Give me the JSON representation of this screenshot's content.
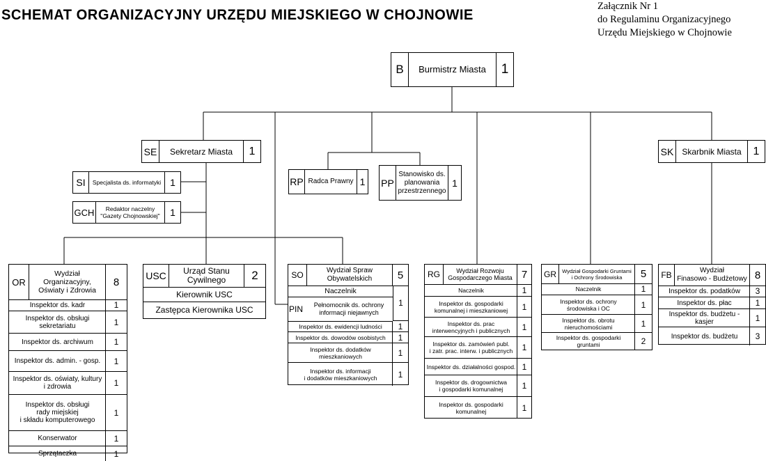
{
  "title": "SCHEMAT ORGANIZACYJNY URZĘDU MIEJSKIEGO W CHOJNOWIE",
  "attachment": [
    "Załącznik Nr 1",
    "do Regulaminu Organizacyjnego",
    "Urzędu Miejskiego w Chojnowie"
  ],
  "burmistrz": {
    "code": "B",
    "name": "Burmistrz Miasta",
    "count": "1"
  },
  "sekretarz": {
    "code": "SE",
    "name": "Sekretarz Miasta",
    "count": "1"
  },
  "skarbnik": {
    "code": "SK",
    "name": "Skarbnik Miasta",
    "count": "1"
  },
  "si": {
    "code": "SI",
    "name": "Specjalista ds. informatyki",
    "count": "1"
  },
  "gch": {
    "code": "GCH",
    "name": "Redaktor naczelny\n\"Gazety Chojnowskiej\"",
    "count": "1"
  },
  "rp": {
    "code": "RP",
    "name": "Radca Prawny",
    "count": "1"
  },
  "pp": {
    "code": "PP",
    "name": "Stanowisko ds.\nplanowania\nprzestrzennego",
    "count": "1"
  },
  "or": {
    "code": "OR",
    "name": "Wydział\nOrganizacyjny,\nOświaty i Zdrowia",
    "count": "8",
    "rows": [
      {
        "name": "Inspektor ds. kadr",
        "count": "1"
      },
      {
        "name": "Inspektor ds. obsługi\nsekretariatu",
        "count": "1"
      },
      {
        "name": "Inspektor ds. archiwum",
        "count": "1"
      },
      {
        "name": "Inspektor ds. admin. - gosp.",
        "count": "1"
      },
      {
        "name": "Inspektor ds. oświaty, kultury\ni zdrowia",
        "count": "1"
      },
      {
        "name": "Inspektor ds. obsługi\nrady miejskiej\ni składu komputerowego",
        "count": "1"
      },
      {
        "name": "Konserwator",
        "count": "1"
      },
      {
        "name": "Sprzątaczka",
        "count": "1"
      }
    ]
  },
  "usc": {
    "code": "USC",
    "name": "Urząd Stanu\nCywilnego",
    "count": "2",
    "rows": [
      {
        "name": "Kierownik USC"
      },
      {
        "name": "Zastępca Kierownika USC"
      }
    ]
  },
  "so": {
    "code": "SO",
    "name": "Wydział Spraw\nObywatelskich",
    "count": "5",
    "naczelnik": "Naczelnik",
    "pin": {
      "code": "PIN",
      "name": "Pełnomocnik ds. ochrony\ninformacji niejawnych"
    },
    "group_count": "1",
    "rows": [
      {
        "name": "Inspektor ds. ewidencji ludności",
        "count": "1"
      },
      {
        "name": "Inspektor ds. dowodów osobistych",
        "count": "1"
      },
      {
        "name": "Inspektor ds. dodatków\nmieszkaniowych",
        "count": "1"
      },
      {
        "name": "Inspektor ds. informacji\ni dodatków mieszkaniowych",
        "count": "1"
      }
    ]
  },
  "rg": {
    "code": "RG",
    "name": "Wydział Rozwoju\nGospodarczego Miasta",
    "count": "7",
    "rows": [
      {
        "name": "Naczelnik",
        "count": "1"
      },
      {
        "name": "Inspektor ds. gospodarki\nkomunalnej i mieszkaniowej",
        "count": "1"
      },
      {
        "name": "Inspektor ds. prac\ninterwencyjnych i publicznych",
        "count": "1"
      },
      {
        "name": "Inspektor ds. zamówień publ.\ni zatr. prac. interw. i publicznych",
        "count": "1"
      },
      {
        "name": "Inspektor ds. działalności gospod.",
        "count": "1"
      },
      {
        "name": "Inspektor ds. drogownictwa\ni gospodarki komunalnej",
        "count": "1"
      },
      {
        "name": "Inspektor ds. gospodarki\nkomunalnej",
        "count": "1"
      }
    ]
  },
  "gr": {
    "code": "GR",
    "name": "Wydział Gospodarki Gruntami\ni Ochrony Środowiska",
    "count": "5",
    "rows": [
      {
        "name": "Naczelnik",
        "count": "1"
      },
      {
        "name": "Inspektor ds. ochrony\nśrodowiska i OC",
        "count": "1"
      },
      {
        "name": "Inspektor ds. obrotu\nnieruchomościami",
        "count": "1"
      },
      {
        "name": "Inspektor ds. gospodarki\ngruntami",
        "count": "2"
      }
    ]
  },
  "fb": {
    "code": "FB",
    "name": "Wydział\nFinasowo - Budżetowy",
    "count": "8",
    "rows": [
      {
        "name": "Inspektor ds. podatków",
        "count": "3"
      },
      {
        "name": "Inspektor ds. płac",
        "count": "1"
      },
      {
        "name": "Inspektor ds. budżetu -kasjer",
        "count": "1"
      },
      {
        "name": "Inspektor ds. budżetu",
        "count": "3"
      }
    ]
  }
}
